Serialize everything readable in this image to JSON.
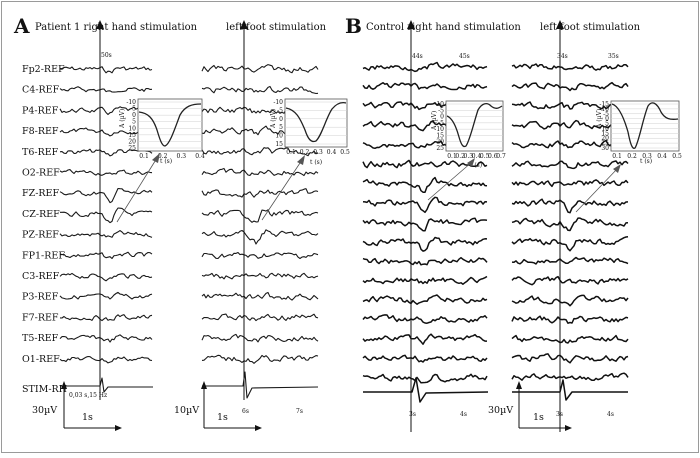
{
  "panel_a": {
    "letter": "A",
    "title_left": "Patient 1 right hand stimulation",
    "title_right": "left foot stimulation",
    "channels": [
      "Fp2-REF",
      "C4-REF",
      "P4-REF",
      "F8-REF",
      "T6-REF",
      "O2-REF",
      "FZ-REF",
      "CZ-REF",
      "PZ-REF",
      "FP1-REF",
      "C3-REF",
      "P3-REF",
      "F7-REF",
      "T5-REF",
      "O1-REF"
    ],
    "stim_label": "STIM-RH",
    "time_left": "50s",
    "time_r1": "6s",
    "time_r2": "7s",
    "filter_note": "0,03 s,15 Hz",
    "scale_left_uv": "30µV",
    "scale_left_s": "1s",
    "scale_right_uv": "10µV",
    "scale_right_s": "1s",
    "inset1": {
      "ylabel": "A (µV)",
      "xlabel": "t (s)",
      "yticks": [
        "-10",
        "-5",
        "0",
        "5",
        "10",
        "15",
        "20",
        "25"
      ],
      "xticks": [
        "0.1",
        "0.2",
        "0.3",
        "0.4"
      ]
    },
    "inset2": {
      "ylabel": "A (µV)",
      "xlabel": "t (s)",
      "yticks": [
        "-10",
        "-5",
        "0",
        "5",
        "10",
        "15"
      ],
      "xticks": [
        "0.1",
        "0.2",
        "0.3",
        "0.4",
        "0.5"
      ]
    }
  },
  "panel_b": {
    "letter": "B",
    "title_left": "Control right hand stimulation",
    "title_right": "left foot stimulation",
    "time_l1": "44s",
    "time_l2": "45s",
    "time_l3": "3s",
    "time_l4": "4s",
    "time_r1": "34s",
    "time_r2": "35s",
    "time_r3": "3s",
    "time_r4": "4s",
    "scale_uv": "30µV",
    "scale_s": "1s",
    "inset1": {
      "ylabel": "A (µV)",
      "xlabel": "t (s)",
      "yticks": [
        "-10",
        "-5",
        "0",
        "5",
        "10",
        "15",
        "20",
        "25"
      ],
      "xticks": [
        "0.1",
        "0.2",
        "0.3",
        "0.4",
        "0.5",
        "0.6",
        "0.7"
      ]
    },
    "inset2": {
      "ylabel": "A (µV)",
      "xlabel": "t (s)",
      "yticks": [
        "-15",
        "-10",
        "-5",
        "0",
        "5",
        "10",
        "15",
        "20",
        "25",
        "30"
      ],
      "xticks": [
        "0.1",
        "0.2",
        "0.3",
        "0.4",
        "0.5"
      ]
    }
  }
}
